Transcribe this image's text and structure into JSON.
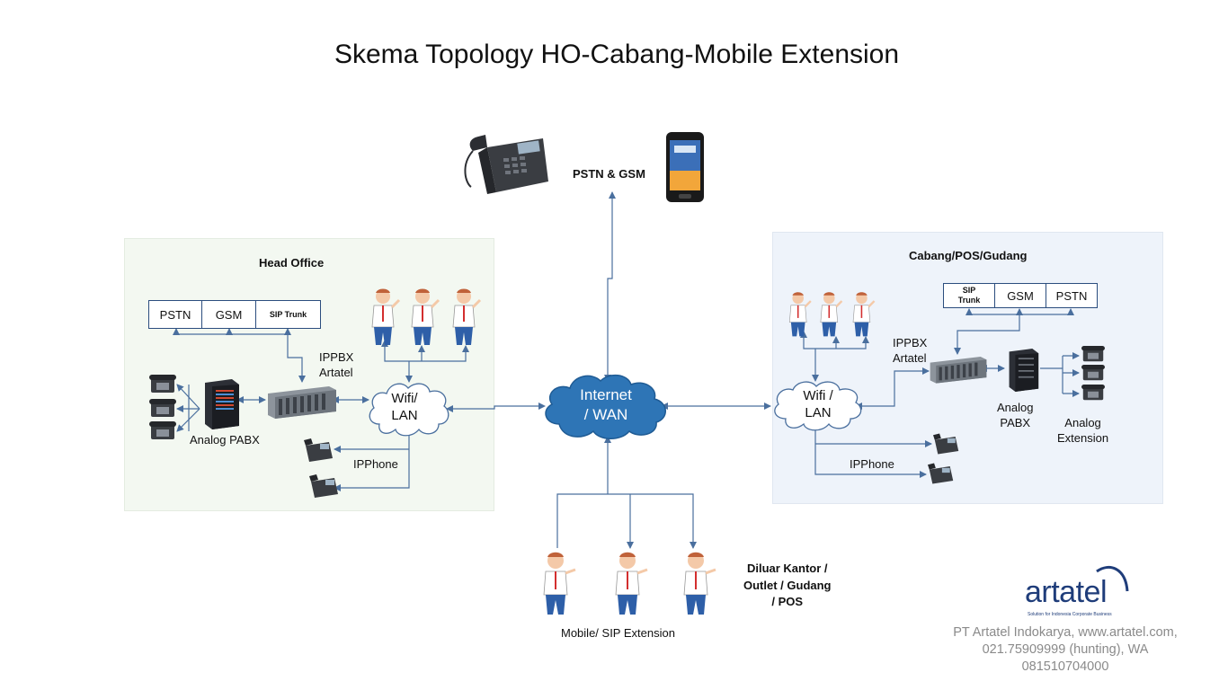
{
  "title": "Skema Topology HO-Cabang-Mobile Extension",
  "pstn_gsm": "PSTN & GSM",
  "head_office": {
    "title": "Head Office",
    "trunks": [
      "PSTN",
      "GSM",
      "SIP Trunk"
    ],
    "ippbx_label": [
      "IPPBX",
      "Artatel"
    ],
    "analog_pabx": "Analog PABX",
    "lan": [
      "Wifi/",
      "LAN"
    ],
    "ipphone": "IPPhone"
  },
  "internet": [
    "Internet",
    "/ WAN"
  ],
  "branch": {
    "title": "Cabang/POS/Gudang",
    "trunks": [
      "SIP Trunk",
      "GSM",
      "PSTN"
    ],
    "ippbx_label": [
      "IPPBX",
      "Artatel"
    ],
    "analog_pabx": [
      "Analog",
      "PABX"
    ],
    "analog_ext": [
      "Analog",
      "Extension"
    ],
    "lan": [
      "Wifi /",
      "LAN"
    ],
    "ipphone": "IPPhone"
  },
  "mobile": {
    "label": "Mobile/ SIP Extension",
    "outside": [
      "Diluar Kantor /",
      "Outlet / Gudang",
      "/ POS"
    ]
  },
  "logo": {
    "word": "artatel",
    "tagline": "Solution for Indonesia Corporate Business"
  },
  "footer": [
    "PT Artatel Indokarya, www.artatel.com,",
    "021.75909999 (hunting), WA",
    "081510704000"
  ],
  "colors": {
    "line": "#4a6f9e",
    "cloud_blue": "#2e75b6",
    "ho_panel": "#f3f8f1",
    "branch_panel": "#eef3fa",
    "logo": "#1f3d7a"
  }
}
